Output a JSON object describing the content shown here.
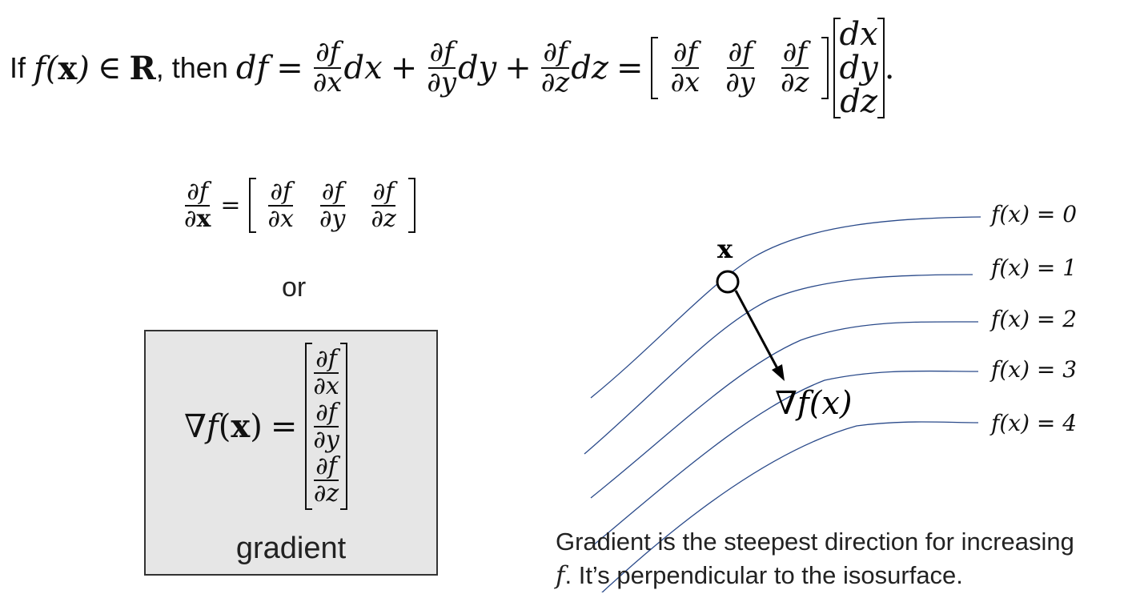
{
  "top_equation": {
    "if_word": "If",
    "f_of_x": "f(x)",
    "in_sym": "∈",
    "reals": "R",
    "then_word": ", then",
    "df": "df",
    "equals": "=",
    "plus": "+",
    "partial_f": "∂f",
    "partial_x": "∂x",
    "partial_y": "∂y",
    "partial_z": "∂z",
    "dx": "dx",
    "dy": "dy",
    "dz": "dz",
    "period": "."
  },
  "partial_equation": {
    "lhs_num": "∂f",
    "lhs_den": "∂x",
    "equals": "=",
    "partial_f": "∂f",
    "partial_x": "∂x",
    "partial_y": "∂y",
    "partial_z": "∂z"
  },
  "or_word": "or",
  "gradient_box": {
    "nabla_f": "∇f",
    "x_bold": "x",
    "lparen": "(",
    "rparen": ")",
    "equals": "=",
    "partial_f": "∂f",
    "partial_x": "∂x",
    "partial_y": "∂y",
    "partial_z": "∂z",
    "label": "gradient"
  },
  "diagram": {
    "point_label": "x",
    "gradient_label": "∇f(x)",
    "isolines": [
      {
        "label": "f(x) = 0"
      },
      {
        "label": "f(x) = 1"
      },
      {
        "label": "f(x) = 2"
      },
      {
        "label": "f(x) = 3"
      },
      {
        "label": "f(x) = 4"
      }
    ],
    "line_color": "#2a4a8a",
    "arrow_color": "#000000"
  },
  "caption": {
    "line1": "Gradient is the steepest direction for increasing",
    "line2_f": "f",
    "line2_rest": ". It’s perpendicular to the isosurface."
  }
}
